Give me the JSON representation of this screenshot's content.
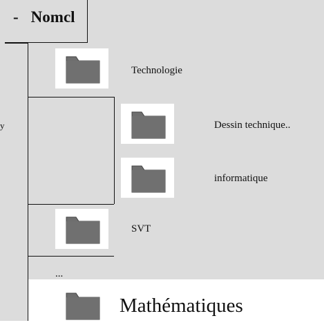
{
  "root": {
    "toggle": "-",
    "label": "Nomcl"
  },
  "nodes": [
    {
      "label": "Technologie",
      "icon": "folder-icon"
    },
    {
      "label": "Dessin  technique..",
      "icon": "folder-icon"
    },
    {
      "label": "informatique",
      "icon": "folder-icon"
    },
    {
      "label": "SVT",
      "icon": "folder-icon"
    },
    {
      "label": "...",
      "icon": ""
    },
    {
      "label": "Mathématiques",
      "icon": "folder-icon"
    }
  ],
  "edge_fragment": "y",
  "colors": {
    "panel": "#dcdcdc",
    "folder_fill": "#6e6e6e",
    "lines": "#111111"
  }
}
